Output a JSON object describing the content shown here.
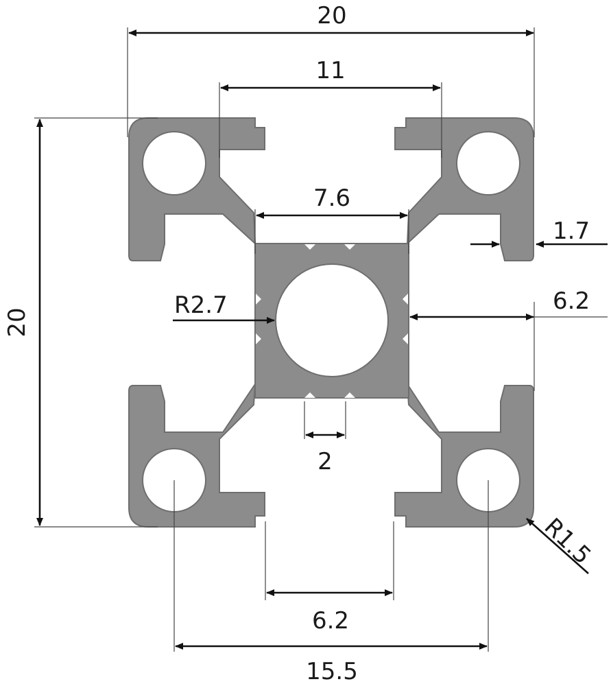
{
  "diagram": {
    "colors": {
      "profile": "#8c8c8c",
      "outline": "#6e6e6e",
      "lines": "#111111"
    },
    "dimensions": {
      "overall_width": "20",
      "slot_outer_width": "11",
      "core_width": "7.6",
      "wall_thickness": "1.7",
      "center_bore_radius": "R2.7",
      "slot_depth": "6.2",
      "overall_height": "20",
      "groove_width": "2",
      "slot_opening": "6.2",
      "hole_spacing": "15.5",
      "corner_radius": "R1.5"
    }
  }
}
